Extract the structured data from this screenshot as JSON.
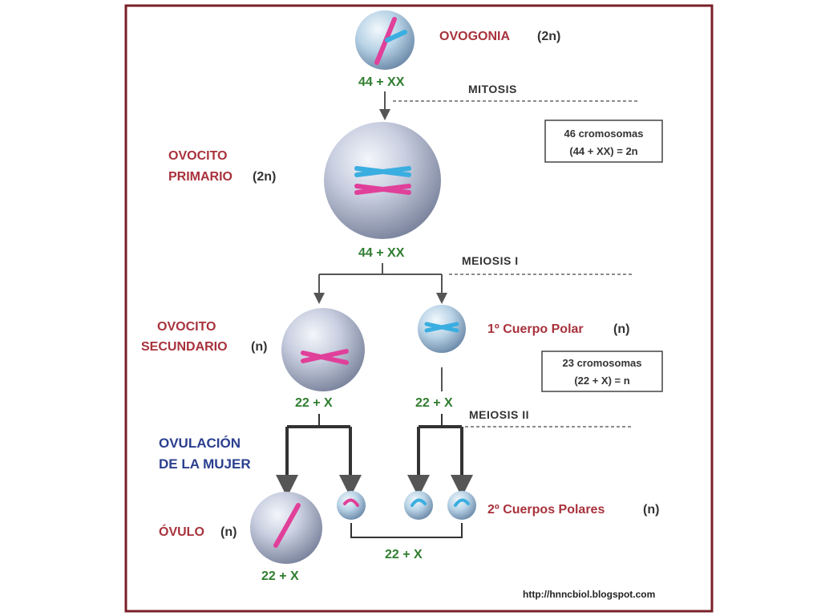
{
  "cells": {
    "ovogonia": {
      "name": "OVOGONIA",
      "ploidy": "(2n)",
      "formula": "44 + XX"
    },
    "ovocito_primario": {
      "name_line1": "OVOCITO",
      "name_line2": "PRIMARIO",
      "ploidy": "(2n)",
      "formula": "44 + XX"
    },
    "ovocito_secundario": {
      "name_line1": "OVOCITO",
      "name_line2": "SECUNDARIO",
      "ploidy": "(n)",
      "formula": "22 + X"
    },
    "primer_cuerpo_polar": {
      "name": "1º Cuerpo Polar",
      "ploidy": "(n)",
      "formula": "22 + X"
    },
    "ovulo": {
      "name": "ÓVULO",
      "ploidy": "(n)",
      "formula": "22 + X"
    },
    "segundos_cuerpos_polares": {
      "name": "2º Cuerpos Polares",
      "ploidy": "(n)",
      "formula": "22 + X"
    }
  },
  "phases": {
    "mitosis": "MITOSIS",
    "meiosis_1": "MEIOSIS  I",
    "meiosis_2": "MEIOSIS  II"
  },
  "ovulation": {
    "line1": "OVULACIÓN",
    "line2": "DE LA MUJER"
  },
  "info_boxes": {
    "diploid": {
      "line1": "46 cromosomas",
      "line2": "(44 + XX) = 2n"
    },
    "haploid": {
      "line1": "23 cromosomas",
      "line2": "(22 + X) = n"
    }
  },
  "source_url": "http://hnncbiol.blogspot.com",
  "colors": {
    "frame": "#7a1f28",
    "cell_name_red": "#a8323c",
    "formula_green": "#2f7d2f",
    "ovulation_blue": "#2b3f8f",
    "chromosome_pink": "#e0409a",
    "chromosome_blue": "#3aaee0"
  }
}
